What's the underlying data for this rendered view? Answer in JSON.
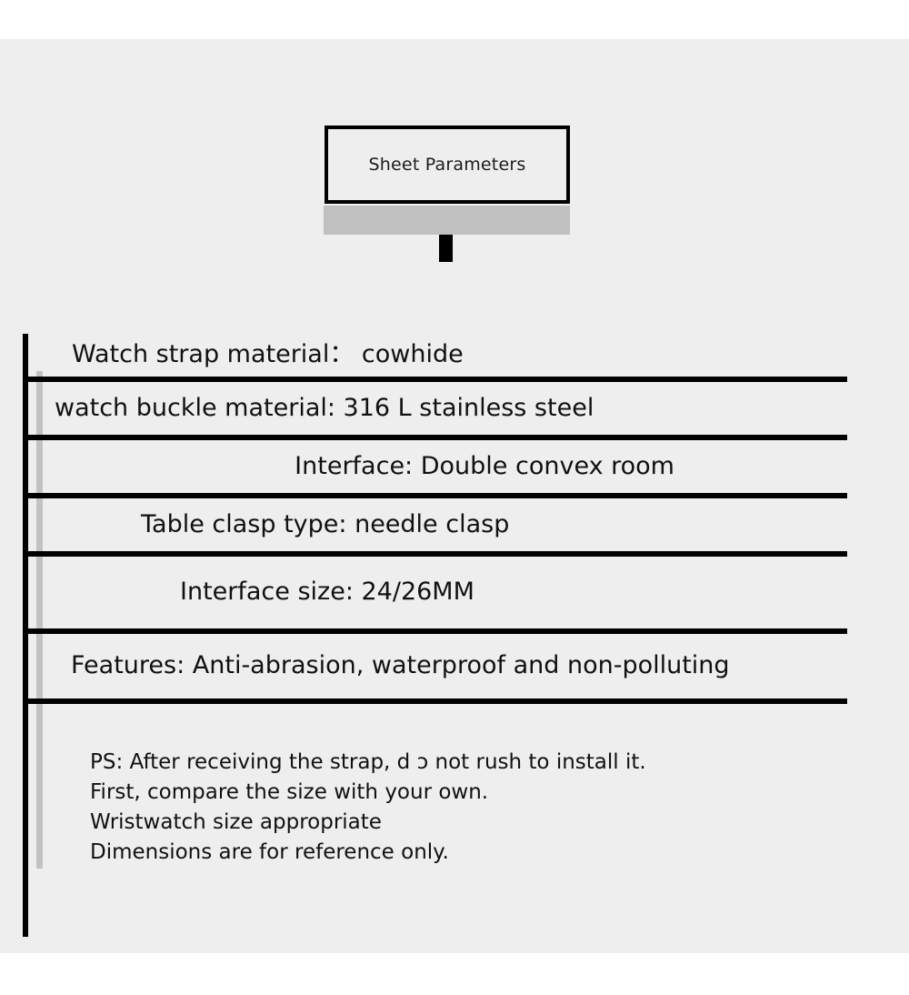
{
  "page": {
    "background": "#ffffff",
    "panel_background": "#eeeeee",
    "accent": "#000000",
    "shadow_color": "#c0c0c0"
  },
  "header": {
    "title": "Sheet Parameters"
  },
  "specs": {
    "rows": [
      {
        "text": "Watch strap material：  cowhide"
      },
      {
        "text": "watch buckle material: 316 L stainless steel"
      },
      {
        "text": "Interface: Double convex room"
      },
      {
        "text": "Table clasp type: needle clasp"
      },
      {
        "text": "Interface size: 24/26MM"
      },
      {
        "text": "Features: Anti-abrasion, waterproof and non-polluting"
      }
    ]
  },
  "note": {
    "lines": [
      "PS: After receiving the strap, d ɔ not rush to install it.",
      "First, compare the size with your own.",
      "Wristwatch size appropriate",
      "Dimensions are for reference only."
    ]
  }
}
